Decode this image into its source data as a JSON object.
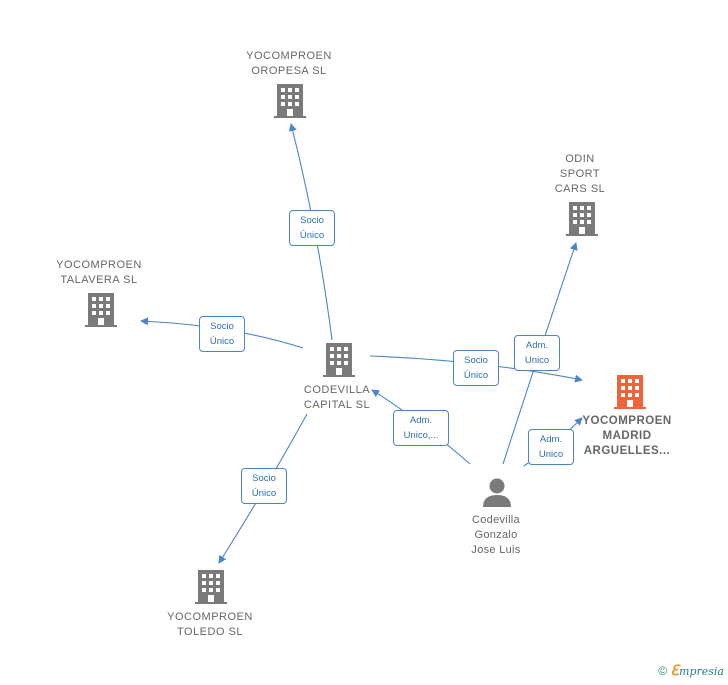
{
  "nodes": {
    "oropesa": {
      "label": "YOCOMPROEN\nOROPESA  SL"
    },
    "odin": {
      "label": "ODIN\nSPORT\nCARS  SL"
    },
    "talavera": {
      "label": "YOCOMPROEN\nTALAVERA  SL"
    },
    "codevilla": {
      "label": "CODEVILLA\nCAPITAL  SL"
    },
    "madrid": {
      "label": "YOCOMPROEN\nMADRID\nARGUELLES..."
    },
    "toledo": {
      "label": "YOCOMPROEN\nTOLEDO  SL"
    },
    "person": {
      "label": "Codevilla\nGonzalo\nJose Luis"
    }
  },
  "edges": {
    "to_oropesa": "Socio\nÚnico",
    "to_talavera": "Socio\nÚnico",
    "to_madrid": "Socio\nÚnico",
    "to_toledo": "Socio\nÚnico",
    "person_codevilla": "Adm.\nUnico,...",
    "person_odin": "Adm.\nUnico",
    "person_madrid": "Adm.\nUnico"
  },
  "colors": {
    "building": "#7a7a7a",
    "highlight": "#f0643a",
    "edge": "#4a86c8",
    "person": "#7a7a7a"
  },
  "footer": {
    "symbol": "©",
    "brand_initial": "ℇ",
    "brand_rest": "mpresia"
  }
}
